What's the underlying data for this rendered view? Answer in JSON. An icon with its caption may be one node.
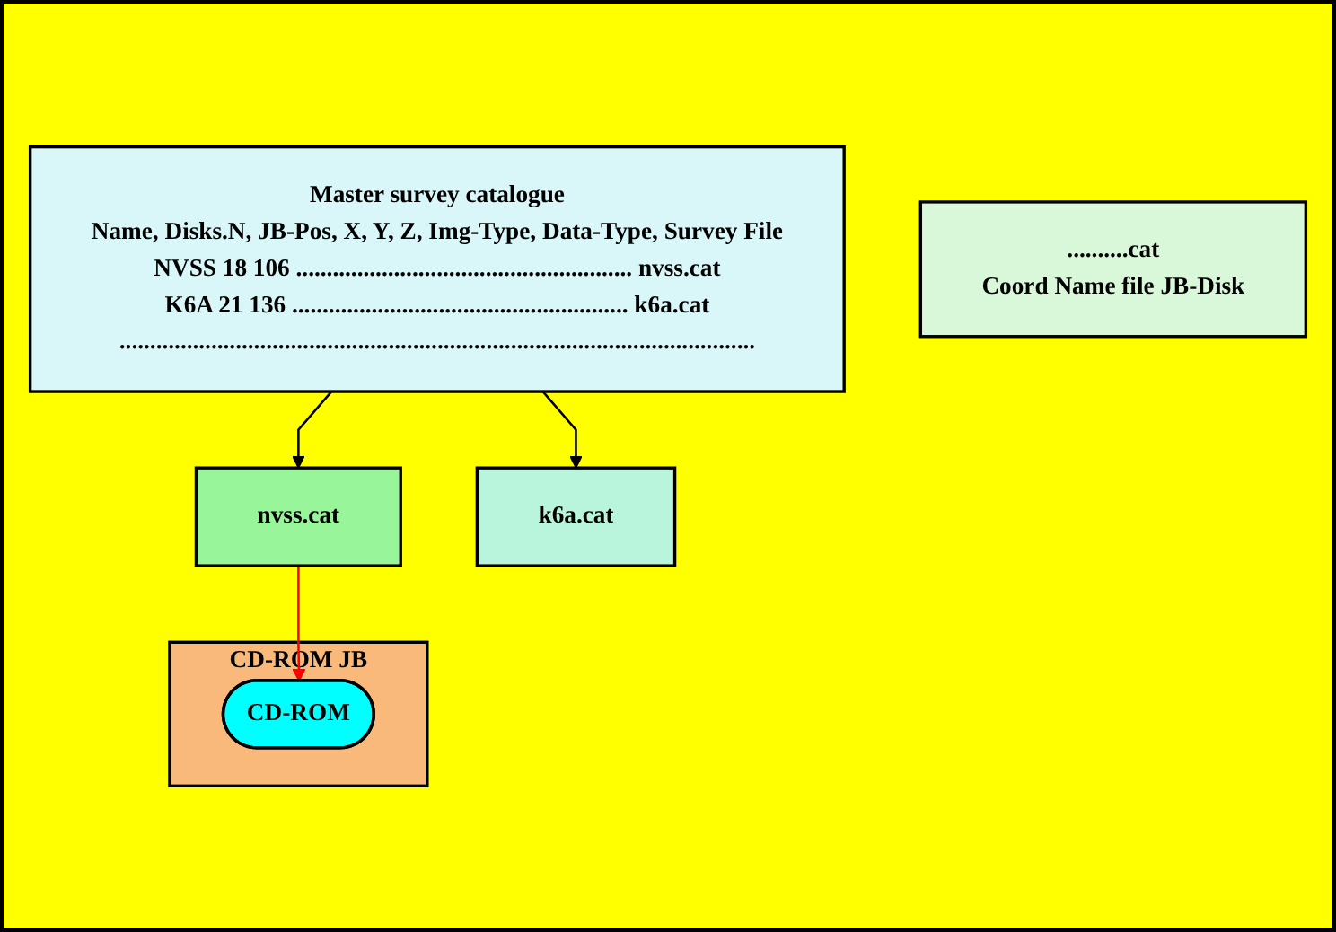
{
  "diagram": {
    "nodes": [
      {
        "text": [
          "Master survey catalogue",
          "Name, Disks.N, JB-Pos, X, Y, Z, Img-Type, Data-Type, Survey File",
          "NVSS 18 106 ....................................................... nvss.cat",
          "K6A 21 136 ....................................................... k6a.cat",
          "........................................................................................................"
        ]
      },
      {
        "text": [
          "nvss.cat"
        ]
      },
      {
        "text": [
          "k6a.cat"
        ]
      },
      {
        "text": [
          "..........cat",
          "Coord Name file JB-Disk"
        ]
      },
      {
        "text": [
          "CD-ROM JB"
        ]
      },
      {
        "text": [
          "CD-ROM"
        ],
        "in": 4
      }
    ],
    "edges": [
      {
        "from": 0,
        "to": 1,
        "arrow": "to"
      },
      {
        "from": 0,
        "to": 2,
        "arrow": "to"
      },
      {
        "from": 1,
        "to": 5,
        "arrow": "to",
        "color": "#ff0000"
      }
    ]
  }
}
